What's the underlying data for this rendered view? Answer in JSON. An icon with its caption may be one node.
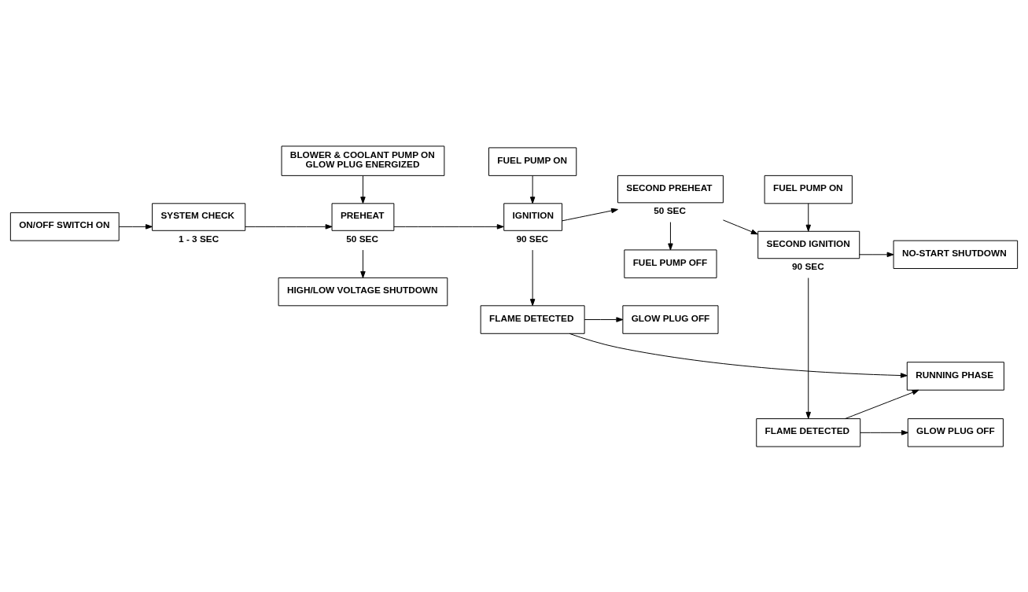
{
  "diagram": {
    "nodes": [
      {
        "text": [
          "ON/OFF SWITCH ON"
        ]
      },
      {
        "text": [
          "SYSTEM CHECK"
        ],
        "beside": [
          "1 - 3 SEC"
        ]
      },
      {
        "text": [
          "PREHEAT"
        ],
        "beside": [
          "50 SEC"
        ]
      },
      {
        "text": [
          "IGNITION"
        ],
        "beside": [
          "90 SEC"
        ]
      },
      {
        "text": [
          "SECOND PREHEAT"
        ],
        "beside": [
          "50 SEC"
        ]
      },
      {
        "text": [
          "SECOND IGNITION"
        ],
        "beside": [
          "90 SEC"
        ]
      },
      {
        "text": [
          "NO-START SHUTDOWN"
        ]
      },
      {
        "text": [
          "HIGH/LOW VOLTAGE SHUTDOWN"
        ]
      },
      {
        "text": [
          "GLOW PLUG OFF"
        ]
      },
      {
        "text": [
          "FLAME DETECTED"
        ]
      },
      {
        "text": [
          "GLOW PLUG OFF"
        ]
      },
      {
        "text": [
          "FLAME DETECTED"
        ]
      },
      {
        "text": [
          "RUNNING PHASE"
        ]
      },
      {
        "text": [
          "BLOWER & COOLANT PUMP ON",
          "GLOW PLUG ENERGIZED"
        ]
      },
      {
        "text": [
          "FUEL PUMP ON"
        ]
      },
      {
        "text": [
          "FUEL PUMP OFF"
        ]
      },
      {
        "text": [
          "FUEL PUMP ON"
        ]
      }
    ],
    "edges": [
      {
        "from": 0,
        "to": 1,
        "arrow": "to"
      },
      {
        "from": 1,
        "to": 2,
        "arrow": "to"
      },
      {
        "from": 2,
        "to": 3,
        "arrow": "to"
      },
      {
        "from": 3,
        "to": 4,
        "arrow": "to"
      },
      {
        "from": 4,
        "to": 5,
        "arrow": "to"
      },
      {
        "from": 5,
        "to": 6,
        "arrow": "to"
      },
      {
        "from": 2,
        "to": 7,
        "arrow": "to"
      },
      {
        "from": 3,
        "to": 9,
        "arrow": "to"
      },
      {
        "from": 9,
        "to": 8,
        "arrow": "to"
      },
      {
        "from": 9,
        "to": 12,
        "arrow": "to"
      },
      {
        "from": 5,
        "to": 11,
        "arrow": "to"
      },
      {
        "from": 11,
        "to": 10,
        "arrow": "to"
      },
      {
        "from": 11,
        "to": 12,
        "arrow": "to"
      },
      {
        "from": 13,
        "to": 2,
        "arrow": "to"
      },
      {
        "from": 14,
        "to": 3,
        "arrow": "to"
      },
      {
        "from": 4,
        "to": 15,
        "arrow": "to"
      },
      {
        "from": 16,
        "to": 5,
        "arrow": "to"
      }
    ]
  }
}
